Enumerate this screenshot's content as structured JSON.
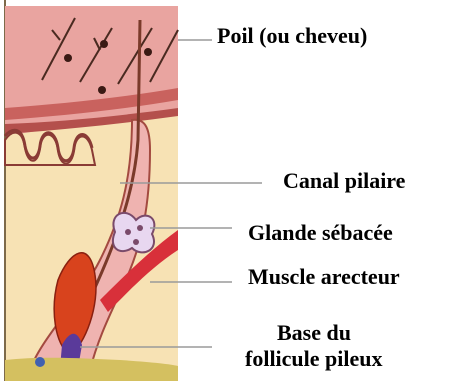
{
  "labels": {
    "hair": "Poil (ou cheveu)",
    "canal": "Canal pilaire",
    "gland": "Glande sébacée",
    "muscle": "Muscle arecteur",
    "base_line1": "Base du",
    "base_line2": "follicule pileux"
  },
  "colors": {
    "epidermis": "#e9a4a0",
    "epidermis_dark": "#c9625e",
    "dermis": "#f7e2b4",
    "hair_shaft": "#7a3a2a",
    "muscle": "#d8303a",
    "follicle_sheath": "#efb3b0",
    "bulb": "#d8431d",
    "gland": "#e8d7f0",
    "leader_line": "#9a9a9a"
  }
}
